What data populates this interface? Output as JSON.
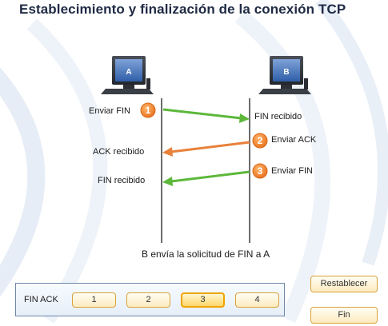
{
  "title": "Establecimiento y finalización de la conexión TCP",
  "colors": {
    "title": "#1f2a44",
    "green_arrow": "#5db83a",
    "orange_arrow": "#e8813a",
    "badge_orange": "#f28a2e",
    "button_border": "#d9a23a",
    "active_button_border": "#f0a400"
  },
  "hosts": [
    {
      "label": "A",
      "icon": "computer-icon"
    },
    {
      "label": "B",
      "icon": "computer-icon"
    }
  ],
  "events": {
    "left": [
      "Enviar FIN",
      "ACK recibido",
      "FIN recibido"
    ],
    "right": [
      "FIN recibido",
      "Enviar ACK",
      "Enviar FIN"
    ]
  },
  "steps_badges": [
    "1",
    "2",
    "3"
  ],
  "caption": "B envía la solicitud de FIN a A",
  "controls": {
    "label": "FIN ACK",
    "steps": [
      "1",
      "2",
      "3",
      "4"
    ],
    "active_step": "3",
    "reset_label": "Restablecer",
    "end_label": "Fin"
  }
}
